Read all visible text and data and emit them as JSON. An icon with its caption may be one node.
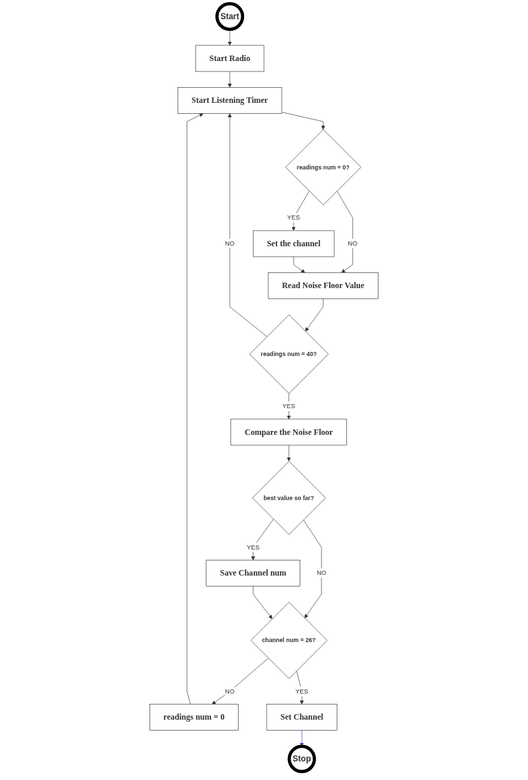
{
  "diagram": {
    "nodes": [
      {
        "text": [
          "Start"
        ]
      },
      {
        "text": [
          "Start Radio"
        ]
      },
      {
        "text": [
          "Start Listening Timer"
        ]
      },
      {
        "text": [
          "readings num = 0?"
        ]
      },
      {
        "text": [
          "Set the channel"
        ]
      },
      {
        "text": [
          "Read Noise Floor Value"
        ]
      },
      {
        "text": [
          "readings num = 0"
        ]
      },
      {
        "text": [
          "readings num = 40?"
        ]
      },
      {
        "text": [
          "Compare the Noise Floor"
        ]
      },
      {
        "text": [
          "best value so far?"
        ]
      },
      {
        "text": [
          "Save Channel num"
        ]
      },
      {
        "text": [
          "channel num = 26?"
        ]
      },
      {
        "text": [
          "Set Channel"
        ]
      },
      {
        "text": [
          "Stop"
        ]
      }
    ],
    "edges": [
      {
        "from": 0,
        "to": 1,
        "arrow": "to"
      },
      {
        "from": 1,
        "to": 2,
        "arrow": "to"
      },
      {
        "from": 2,
        "to": 3,
        "arrow": "to"
      },
      {
        "from": 3,
        "to": 4,
        "arrow": "to",
        "label": "YES"
      },
      {
        "from": 3,
        "to": 5,
        "arrow": "to",
        "label": "NO"
      },
      {
        "from": 4,
        "to": 5,
        "arrow": "to"
      },
      {
        "from": 5,
        "to": 7,
        "arrow": "to"
      },
      {
        "from": 7,
        "to": 2,
        "arrow": "to",
        "label": "NO"
      },
      {
        "from": 7,
        "to": 8,
        "arrow": "to",
        "label": "YES"
      },
      {
        "from": 8,
        "to": 9,
        "arrow": "to"
      },
      {
        "from": 9,
        "to": 10,
        "arrow": "to",
        "label": "YES"
      },
      {
        "from": 9,
        "to": 11,
        "arrow": "to",
        "label": "NO"
      },
      {
        "from": 10,
        "to": 11,
        "arrow": "to"
      },
      {
        "from": 11,
        "to": 6,
        "arrow": "to",
        "label": "NO"
      },
      {
        "from": 6,
        "to": 2,
        "arrow": "to"
      },
      {
        "from": 11,
        "to": 12,
        "arrow": "to",
        "label": "YES"
      },
      {
        "from": 12,
        "to": 13,
        "arrow": "to",
        "color": "#3a3ab0"
      }
    ]
  }
}
